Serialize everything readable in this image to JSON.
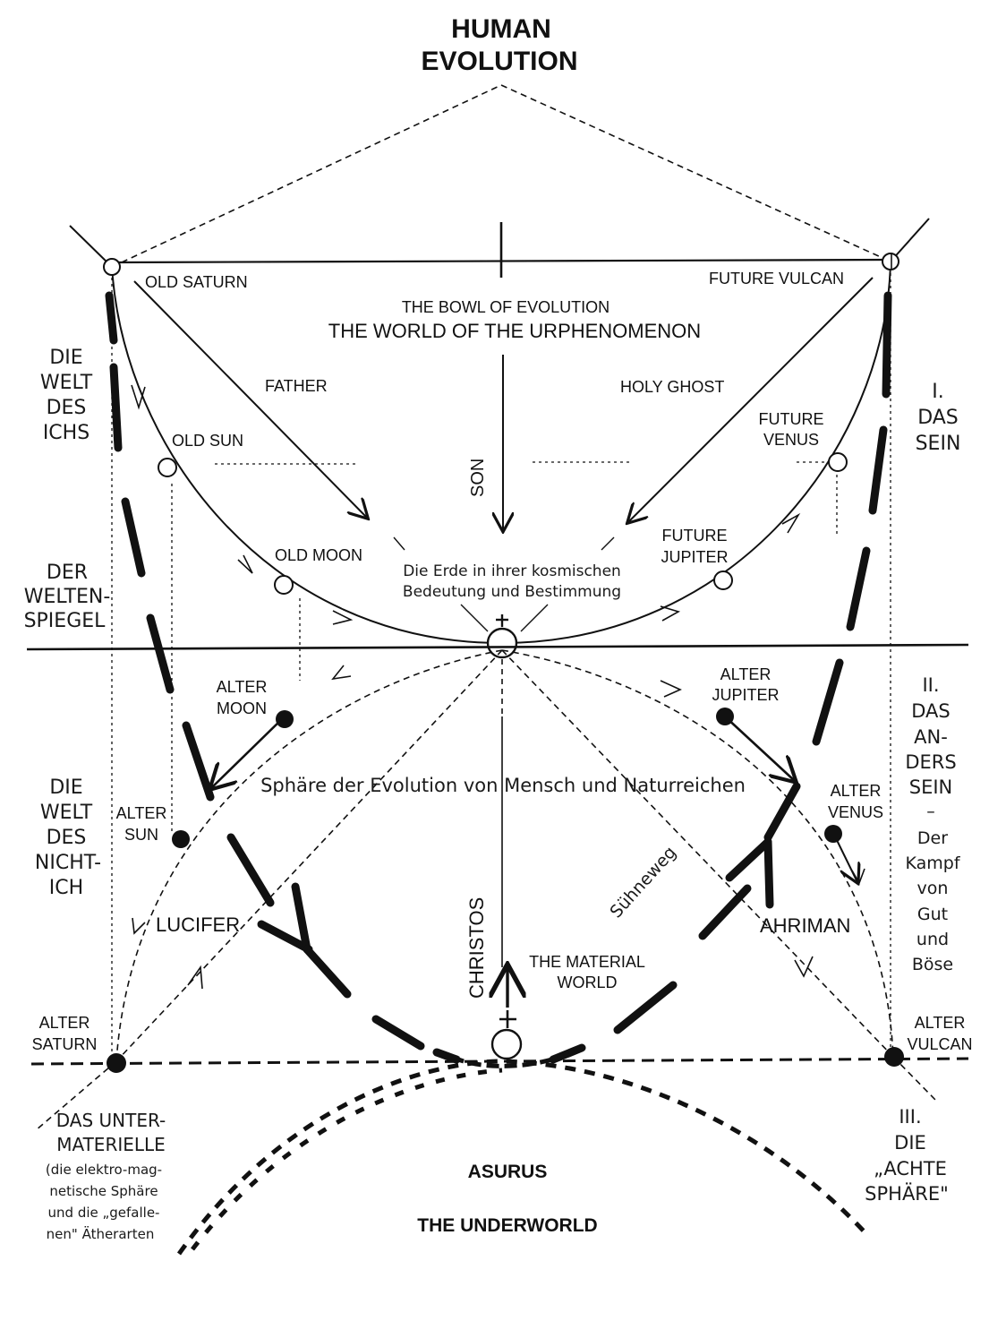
{
  "title_line1": "HUMAN",
  "title_line2": "EVOLUTION",
  "upper": {
    "old_saturn": "OLD SATURN",
    "future_vulcan": "FUTURE VULCAN",
    "bowl": "THE BOWL OF EVOLUTION",
    "urphenomenon": "THE WORLD OF THE URPHENOMENON",
    "father": "FATHER",
    "holy_ghost": "HOLY GHOST",
    "old_sun": "OLD SUN",
    "future_venus": [
      "FUTURE",
      "VENUS"
    ],
    "son": "SON",
    "old_moon": "OLD MOON",
    "future_jupiter": [
      "FUTURE",
      "JUPITER"
    ],
    "erde": [
      "Die Erde in ihrer kosmischen",
      "Bedeutung und Bestimmung"
    ]
  },
  "left_side": {
    "welt_des_ichs": [
      "DIE",
      "WELT",
      "DES",
      "ICHS"
    ],
    "welten_spiegel": [
      "DER",
      "WELTEN-",
      "SPIEGEL"
    ],
    "welt_des_nicht_ich": [
      "DIE",
      "WELT",
      "DES",
      "NICHT-",
      "ICH"
    ],
    "unter_materielle": [
      "DAS UNTER-",
      "MATERIELLE"
    ],
    "unter_note": [
      "(die elektro-mag-",
      "netische Sphäre",
      "und die „gefalle-",
      "nen\" Ätherarten"
    ]
  },
  "right_side": {
    "das_sein": [
      "I.",
      "DAS",
      "SEIN"
    ],
    "anders_sein": [
      "II.",
      "DAS",
      "AN-",
      "DERS",
      "SEIN",
      "–",
      "Der",
      "Kampf",
      "von",
      "Gut",
      "und",
      "Böse"
    ],
    "achte_sphaere": [
      "III.",
      "DIE",
      "„ACHTE",
      "SPHÄRE\""
    ]
  },
  "lower": {
    "alter_moon": [
      "ALTER",
      "MOON"
    ],
    "alter_jupiter": [
      "ALTER",
      "JUPITER"
    ],
    "sphaere": "Sphäre der Evolution von Mensch und Naturreichen",
    "alter_sun": [
      "ALTER",
      "SUN"
    ],
    "alter_venus": [
      "ALTER",
      "VENUS"
    ],
    "suehneweg": "Sühneweg",
    "christos": "CHRISTOS",
    "lucifer": "LUCIFER",
    "ahriman": "AHRIMAN",
    "material_world": [
      "THE MATERIAL",
      "WORLD"
    ],
    "alter_saturn": [
      "ALTER",
      "SATURN"
    ],
    "alter_vulcan": [
      "ALTER",
      "VULCAN"
    ],
    "asurus": "ASURUS",
    "underworld": "THE UNDERWORLD"
  },
  "colors": {
    "ink": "#111111",
    "paper": "#ffffff"
  }
}
